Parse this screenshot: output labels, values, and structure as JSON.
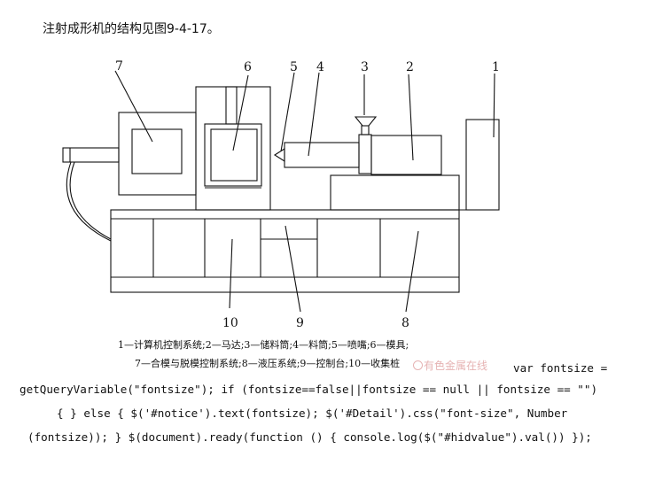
{
  "intro_text": "注射成形机的结构见图9-4-17。",
  "diagram": {
    "part_numbers": [
      "1",
      "2",
      "3",
      "4",
      "5",
      "6",
      "7",
      "8",
      "9",
      "10"
    ]
  },
  "caption": {
    "line1": "1—计算机控制系统;2—马达;3—储料筒;4—料筒;5—喷嘴;6—模具;",
    "line2": "7—合模与脱模控制系统;8—液压系统;9—控制台;10—收集桩"
  },
  "watermark": "有色金属在线",
  "code_lines": [
    "var fontsize =",
    "getQueryVariable(\"fontsize\"); if (fontsize==false||fontsize == null || fontsize == \"\")",
    "{ } else { $('#notice').text(fontsize); $('#Detail').css(\"font-size\", Number",
    "(fontsize)); } $(document).ready(function () { console.log($(\"#hidvalue\").val()) });"
  ]
}
